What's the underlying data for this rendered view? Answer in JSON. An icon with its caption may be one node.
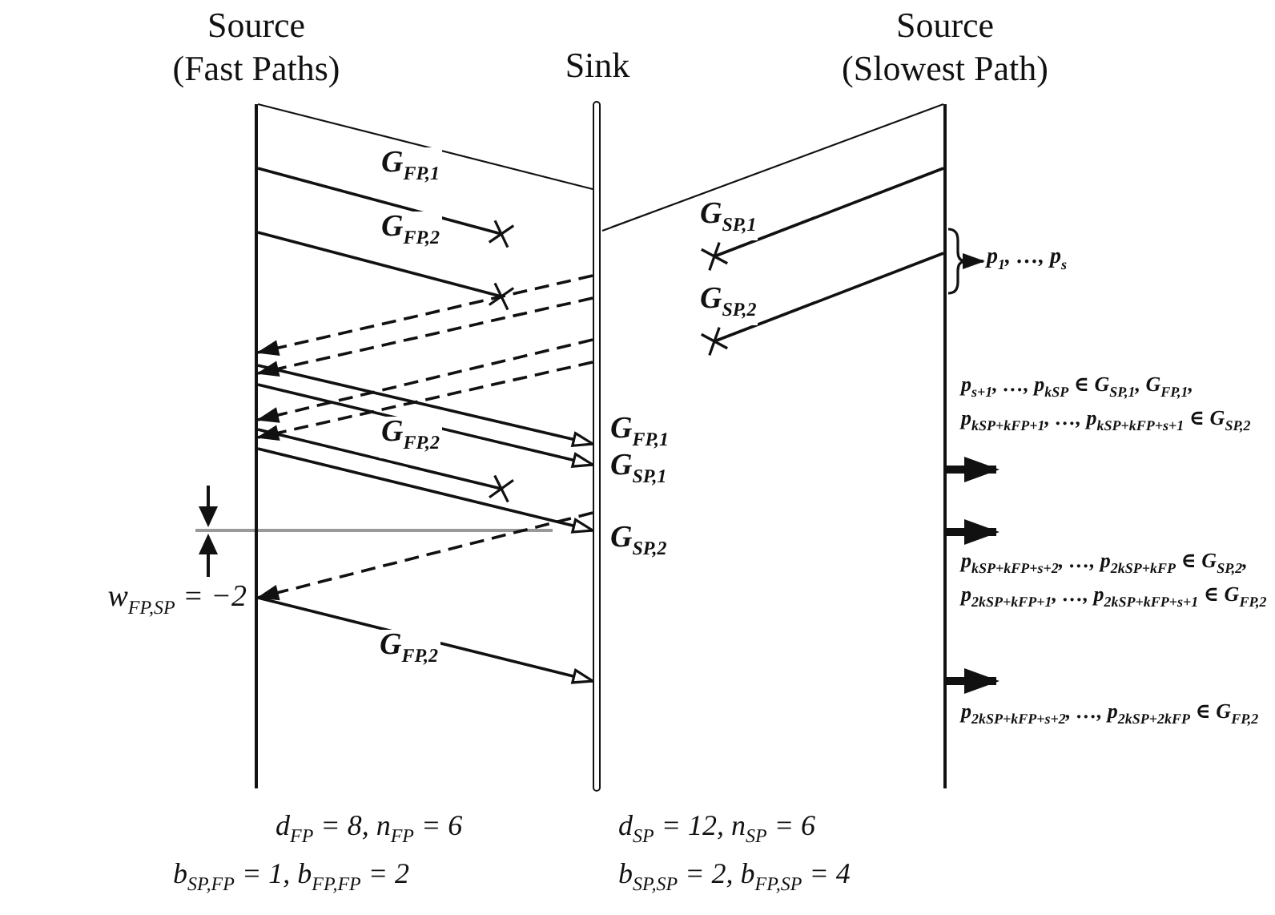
{
  "diagram": {
    "nodes": [
      {
        "text": [
          "Source",
          "(Fast Paths)"
        ]
      },
      {
        "text": [
          "Sink"
        ]
      },
      {
        "text": [
          "Source",
          "(Slowest Path)"
        ]
      },
      {
        "text": [
          "p$_{1}$, …, p$_{s}$"
        ]
      },
      {
        "text": [
          "p$_{kSP+kFP+s+2}$, …, p$_{2kSP+kFP}$ ∈ G$_{SP,2}$, p$_{2kSP+kFP+1}$, …, p$_{2kSP+kFP+s+1}$ ∈ G$_{FP,2}$"
        ]
      },
      {
        "text": [
          "p$_{2kSP+kFP+s+2}$, …, p$_{2kSP+2kFP}$ ∈ G$_{FP,2}$"
        ]
      }
    ],
    "edges": [
      {
        "from": 0,
        "to": 1,
        "arrow": "none"
      },
      {
        "from": 2,
        "to": 1,
        "arrow": "none"
      },
      {
        "from": 0,
        "to": null,
        "arrow": "other",
        "label": "G$_{FP,1}$"
      },
      {
        "from": 0,
        "to": null,
        "arrow": "other",
        "label": "G$_{FP,2}$"
      },
      {
        "from": 2,
        "to": null,
        "arrow": "other",
        "label": "G$_{SP,1}$"
      },
      {
        "from": 2,
        "to": null,
        "arrow": "other",
        "label": "G$_{SP,2}$"
      },
      {
        "from": 2,
        "to": 3,
        "arrow": "to"
      },
      {
        "from": 1,
        "to": 0,
        "arrow": "to",
        "style": "dashed"
      },
      {
        "from": 1,
        "to": 0,
        "arrow": "to",
        "style": "dashed"
      },
      {
        "from": 0,
        "to": 1,
        "arrow": "to"
      },
      {
        "from": 0,
        "to": 1,
        "arrow": "to"
      },
      {
        "from": 1,
        "to": 0,
        "arrow": "to",
        "style": "dashed"
      },
      {
        "from": 1,
        "to": 0,
        "arrow": "to",
        "style": "dashed"
      },
      {
        "from": 0,
        "to": null,
        "arrow": "other",
        "label": "G$_{FP,2}$"
      },
      {
        "from": 0,
        "to": 1,
        "arrow": "to"
      },
      {
        "from": 1,
        "to": 0,
        "arrow": "to",
        "style": "dashed"
      },
      {
        "from": 0,
        "to": 1,
        "arrow": "to",
        "label": "G$_{FP,2}$"
      },
      {
        "from": 2,
        "to": null,
        "arrow": "to",
        "style": "thick"
      },
      {
        "from": 2,
        "to": 4,
        "arrow": "to",
        "style": "thick"
      },
      {
        "from": 2,
        "to": 5,
        "arrow": "to",
        "style": "thick"
      }
    ],
    "labels": [
      "G$_{FP,1}$",
      "G$_{SP,1}$",
      "G$_{SP,2}$",
      "w$_{FP,SP}$ = −2",
      "p$_{s+1}$, …, p$_{kSP}$ ∈ G$_{SP,1}$, G$_{FP,1}$, p$_{kSP+kFP+1}$, …, p$_{kSP+kFP+s+1}$ ∈ G$_{SP,2}$",
      "d$_{FP}$ = 8, n$_{FP}$ = 6",
      "d$_{SP}$ = 12, n$_{SP}$ = 6",
      "b$_{SP,FP}$ = 1, b$_{FP,FP}$ = 2",
      "b$_{SP,SP}$ = 2, b$_{FP,SP}$ = 4"
    ]
  }
}
